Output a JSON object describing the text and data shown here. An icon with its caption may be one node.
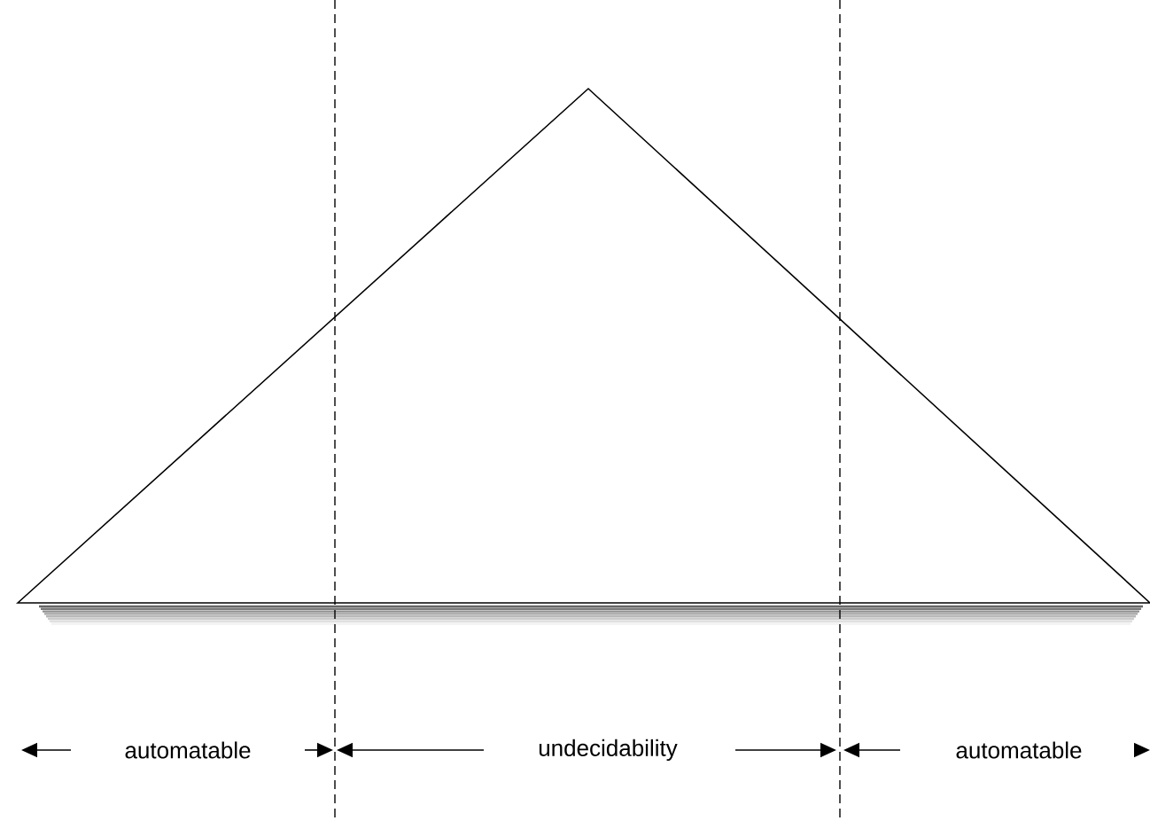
{
  "diagram": {
    "labels": [
      "automatable",
      "undecidability",
      "automatable"
    ]
  }
}
